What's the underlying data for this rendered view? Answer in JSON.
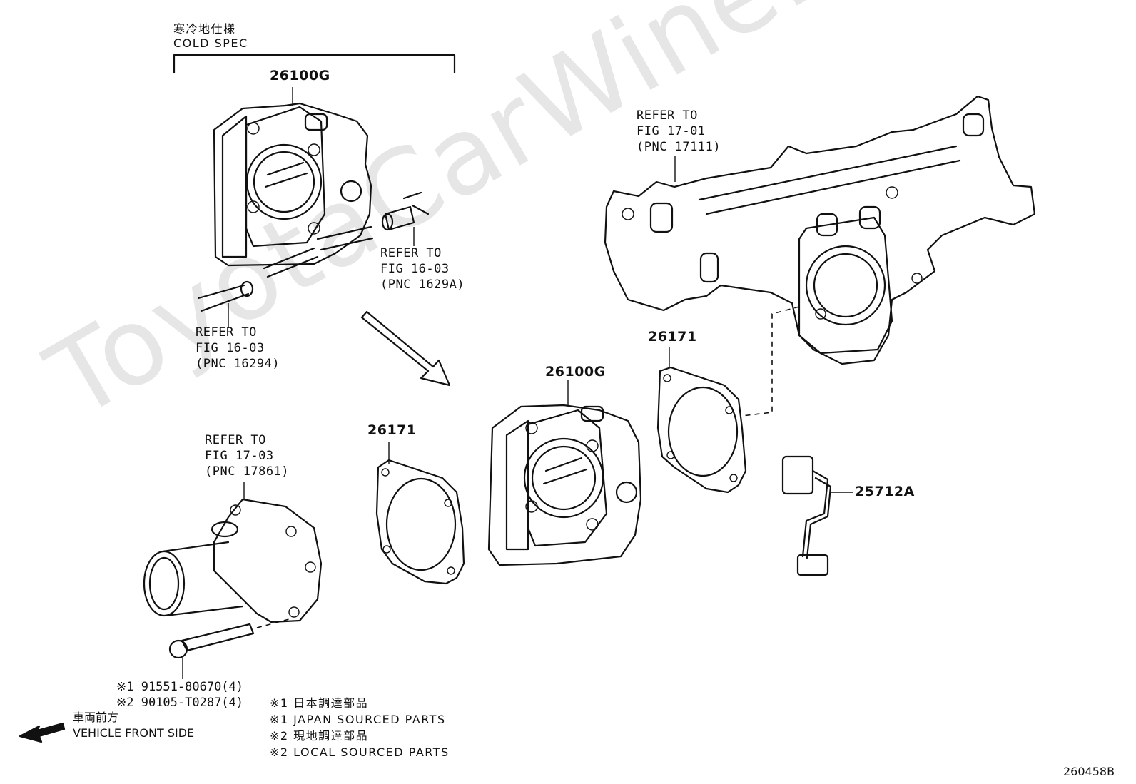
{
  "watermark": "ToyotaCarWine.ru",
  "cold_spec": {
    "ja": "寒冷地仕様",
    "en": "COLD SPEC"
  },
  "parts": {
    "throttle_body_cold": "26100G",
    "throttle_body": "26100G",
    "gasket_left": "26171",
    "gasket_right": "26171",
    "wire_harness": "25712A"
  },
  "refs": {
    "manifold": [
      "REFER TO",
      "FIG 17-01",
      "(PNC 17111)"
    ],
    "hose_right": [
      "REFER TO",
      "FIG 16-03",
      "(PNC 1629A)"
    ],
    "hose_left": [
      "REFER TO",
      "FIG 16-03",
      "(PNC 16294)"
    ],
    "water_outlet": [
      "REFER TO",
      "FIG 17-03",
      "(PNC 17861)"
    ]
  },
  "bolts": [
    "※1 91551-80670(4)",
    "※2 90105-T0287(4)"
  ],
  "legend": [
    "※1 日本調達部品",
    "※1 JAPAN SOURCED PARTS",
    "※2 現地調達部品",
    "※2 LOCAL SOURCED PARTS"
  ],
  "front": {
    "ja": "車両前方",
    "en": "VEHICLE FRONT SIDE"
  },
  "figure_id": "260458B"
}
